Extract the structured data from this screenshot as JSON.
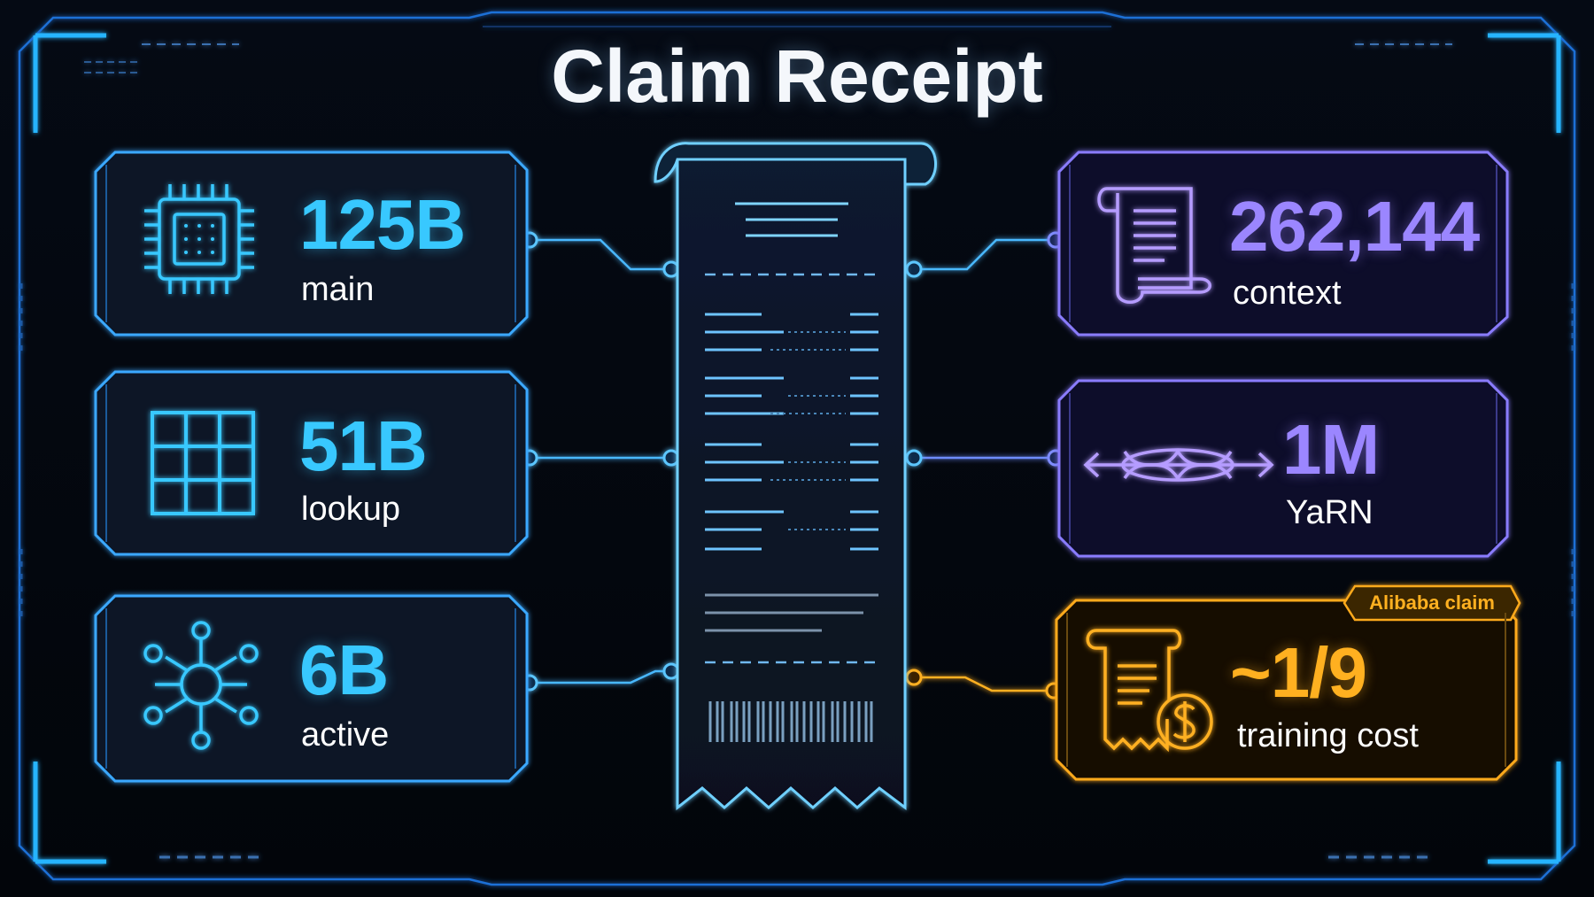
{
  "title": "Claim Receipt",
  "colors": {
    "cyan": "#38c8ff",
    "violet": "#9b86ff",
    "amber": "#ffb020",
    "background": "#03060c"
  },
  "left_cards": [
    {
      "value": "125B",
      "label": "main",
      "icon": "chip-icon"
    },
    {
      "value": "51B",
      "label": "lookup",
      "icon": "grid-icon"
    },
    {
      "value": "6B",
      "label": "active",
      "icon": "network-hub-icon"
    }
  ],
  "right_cards": [
    {
      "value": "262,144",
      "label": "context",
      "icon": "scroll-icon"
    },
    {
      "value": "1M",
      "label": "YaRN",
      "icon": "twisted-rope-arrows-icon"
    },
    {
      "value": "~1/9",
      "label": "training cost",
      "icon": "bill-dollar-icon",
      "badge": "Alibaba claim"
    }
  ],
  "center": {
    "icon": "receipt-icon"
  }
}
